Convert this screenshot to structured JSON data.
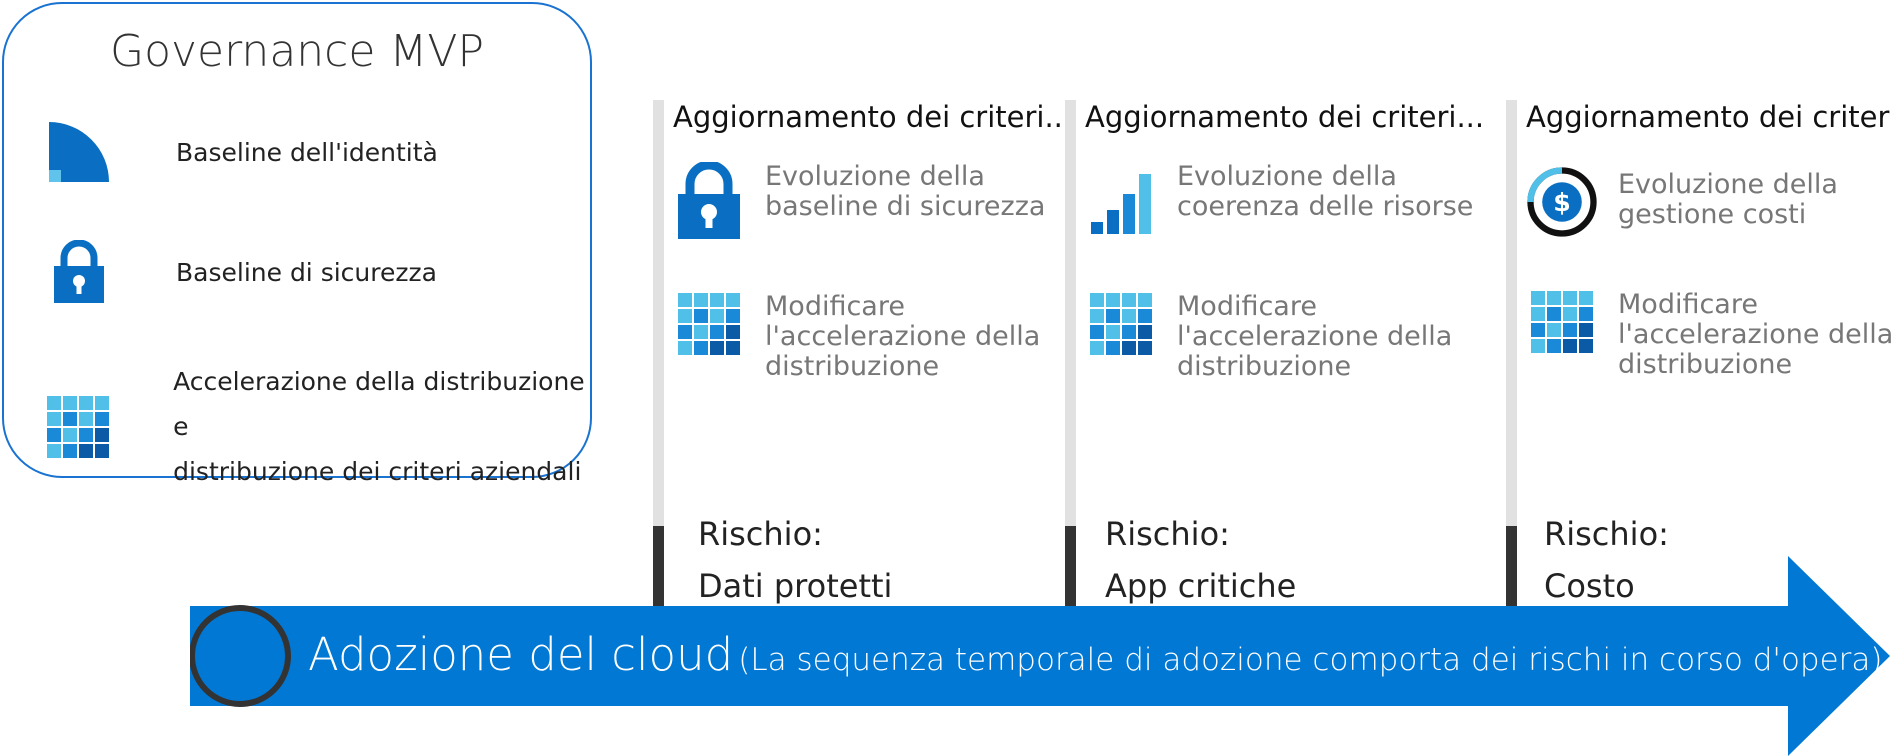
{
  "governance": {
    "title": "Governance MVP",
    "items": [
      {
        "label": "Baseline dell'identità",
        "icon": "quarter-circle-icon"
      },
      {
        "label": "Baseline di sicurezza",
        "icon": "lock-icon"
      },
      {
        "label_line1": "Accelerazione della distribuzione e",
        "label_line2": "distribuzione dei criteri aziendali",
        "icon": "grid-icon"
      }
    ]
  },
  "columns": [
    {
      "heading": "Aggiornamento dei criteri...",
      "evolution_line1": "Evoluzione della",
      "evolution_line2": "baseline di sicurezza",
      "evolution_icon": "lock-icon",
      "modify_line1": "Modificare",
      "modify_line2": "l'accelerazione della",
      "modify_line3": "distribuzione",
      "risk_label": "Rischio:",
      "risk_value": "Dati protetti"
    },
    {
      "heading": "Aggiornamento dei criteri...",
      "evolution_line1": "Evoluzione della",
      "evolution_line2": "coerenza delle risorse",
      "evolution_icon": "bar-chart-icon",
      "modify_line1": "Modificare",
      "modify_line2": "l'accelerazione della",
      "modify_line3": "distribuzione",
      "risk_label": "Rischio:",
      "risk_value": "App critiche"
    },
    {
      "heading": "Aggiornamento dei criteri...",
      "evolution_line1": "Evoluzione della",
      "evolution_line2": "gestione costi",
      "evolution_icon": "dollar-icon",
      "modify_line1": "Modificare",
      "modify_line2": "l'accelerazione della",
      "modify_line3": "distribuzione",
      "risk_label": "Rischio:",
      "risk_value": "Costo"
    }
  ],
  "arrow": {
    "title": "Adozione del cloud",
    "subtitle": "(La sequenza temporale di adozione comporta dei rischi in corso d'opera)"
  },
  "colors": {
    "accent": "#0078d4",
    "light_blue": "#50c0e8",
    "dark_blue": "#0a5aa6",
    "border": "#1a73d0"
  }
}
